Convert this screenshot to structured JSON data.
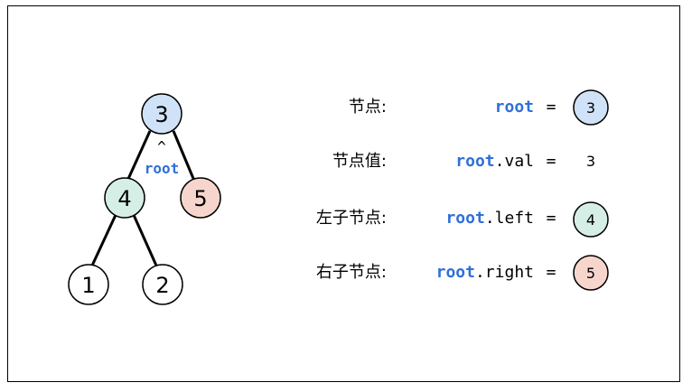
{
  "colors": {
    "blue_node": "#cfe2f7",
    "green_node": "#d5efe6",
    "red_node": "#f6d6cc",
    "white_node": "#ffffff",
    "keyword": "#2f6fd8"
  },
  "tree": {
    "nodes": [
      {
        "id": "n3",
        "label": "3",
        "fill": "blue"
      },
      {
        "id": "n4",
        "label": "4",
        "fill": "green"
      },
      {
        "id": "n5",
        "label": "5",
        "fill": "red"
      },
      {
        "id": "n1",
        "label": "1",
        "fill": "white"
      },
      {
        "id": "n2",
        "label": "2",
        "fill": "white"
      }
    ],
    "pointer_label": "root",
    "pointer_caret": "^"
  },
  "rows": [
    {
      "name": "节点:",
      "expr_kw": "root",
      "expr_rest": "",
      "equals": "=",
      "value": "3",
      "value_style": "blue"
    },
    {
      "name": "节点值:",
      "expr_kw": "root",
      "expr_rest": ".val",
      "equals": "=",
      "value": "3",
      "value_style": "plain"
    },
    {
      "name": "左子节点:",
      "expr_kw": "root",
      "expr_rest": ".left",
      "equals": "=",
      "value": "4",
      "value_style": "green"
    },
    {
      "name": "右子节点:",
      "expr_kw": "root",
      "expr_rest": ".right",
      "equals": "=",
      "value": "5",
      "value_style": "red"
    }
  ]
}
